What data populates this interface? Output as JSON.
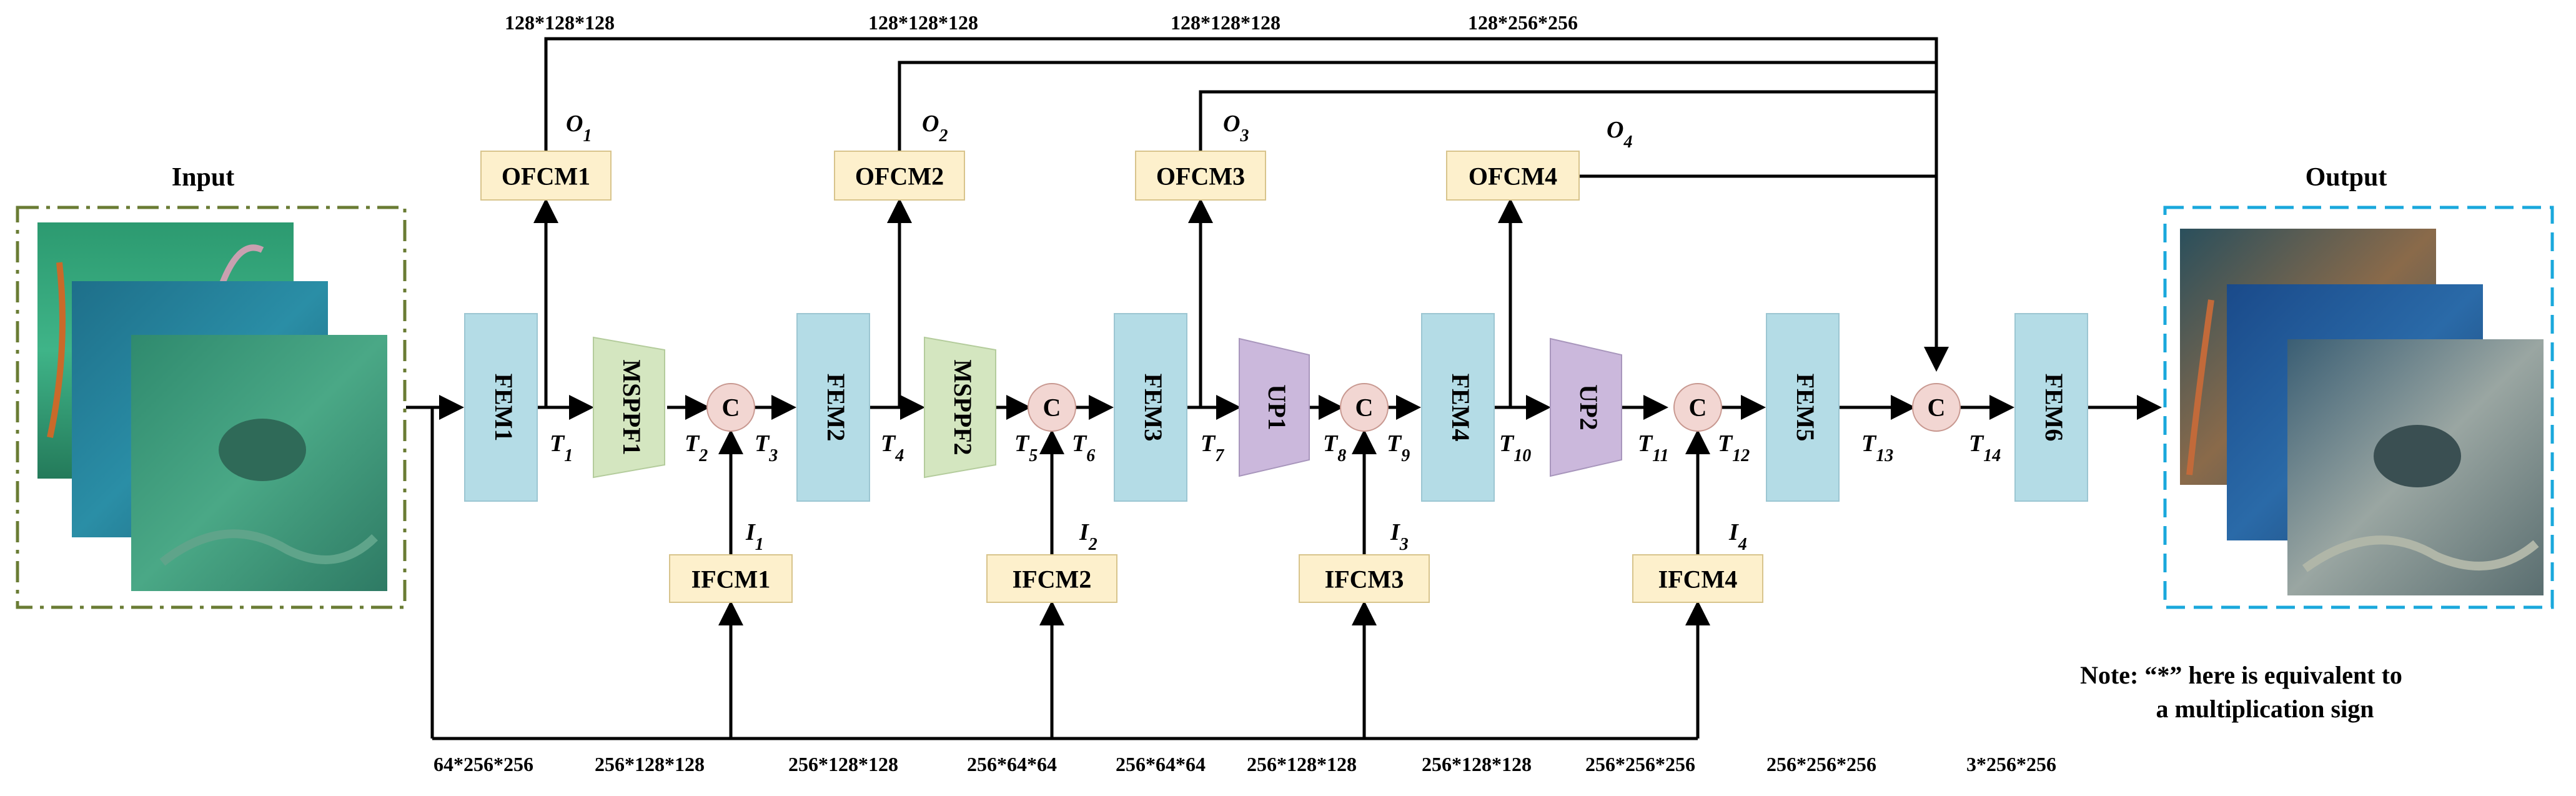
{
  "input": {
    "title": "Input"
  },
  "output": {
    "title": "Output"
  },
  "note": {
    "line1": "Note: “*” here is equivalent to",
    "line2": "a multiplication sign"
  },
  "blocks": {
    "fem1": "FEM1",
    "fem2": "FEM2",
    "fem3": "FEM3",
    "fem4": "FEM4",
    "fem5": "FEM5",
    "fem6": "FEM6",
    "msppf1": "MSPPF1",
    "msppf2": "MSPPF2",
    "up1": "UP1",
    "up2": "UP2",
    "ofcm1": "OFCM1",
    "ofcm2": "OFCM2",
    "ofcm3": "OFCM3",
    "ofcm4": "OFCM4",
    "ifcm1": "IFCM1",
    "ifcm2": "IFCM2",
    "ifcm3": "IFCM3",
    "ifcm4": "IFCM4",
    "concat": "C"
  },
  "tensors": {
    "t1": "T1",
    "t2": "T2",
    "t3": "T3",
    "t4": "T4",
    "t5": "T5",
    "t6": "T6",
    "t7": "T7",
    "t8": "T8",
    "t9": "T9",
    "t10": "T10",
    "t11": "T11",
    "t12": "T12",
    "t13": "T13",
    "t14": "T14",
    "o1": "O1",
    "o2": "O2",
    "o3": "O3",
    "o4": "O4",
    "i1": "I1",
    "i2": "I2",
    "i3": "I3",
    "i4": "I4"
  },
  "dims_top": {
    "d1": "128*128*128",
    "d2": "128*128*128",
    "d3": "128*128*128",
    "d4": "128*256*256"
  },
  "dims_bottom": {
    "d1": "64*256*256",
    "d2": "256*128*128",
    "d3": "256*128*128",
    "d4": "256*64*64",
    "d5": "256*64*64",
    "d6": "256*128*128",
    "d7": "256*128*128",
    "d8": "256*256*256",
    "d9": "256*256*256",
    "d10": "3*256*256"
  },
  "colors": {
    "fem": "#b4dce6",
    "msppf": "#d4e6c0",
    "up": "#cbb8dc",
    "fcm": "#fdf0cc",
    "concat": "#f2d6d2",
    "input_frame": "#6a7c34",
    "output_frame": "#1aa8dc"
  }
}
